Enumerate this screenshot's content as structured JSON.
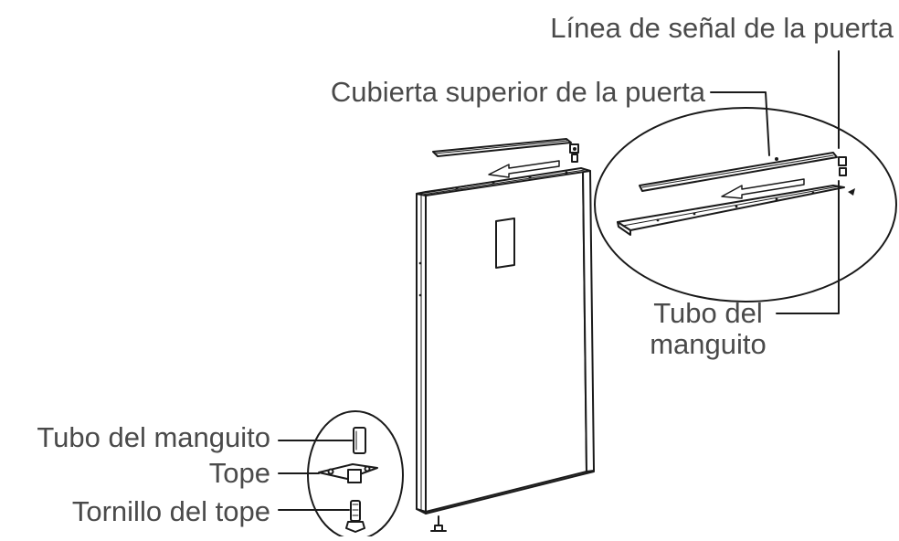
{
  "labels": {
    "door_signal_line": "Línea de señal de la puerta",
    "door_top_cover": "Cubierta superior de la puerta",
    "sleeve_tube_upper_line1": "Tubo del",
    "sleeve_tube_upper_line2": "manguito",
    "sleeve_tube_lower": "Tubo del manguito",
    "stopper": "Tope",
    "stopper_screw": "Tornillo del tope"
  },
  "colors": {
    "text": "#4a4a4a",
    "line": "#1a1a1a",
    "door_edge": "#cfcfcf"
  }
}
